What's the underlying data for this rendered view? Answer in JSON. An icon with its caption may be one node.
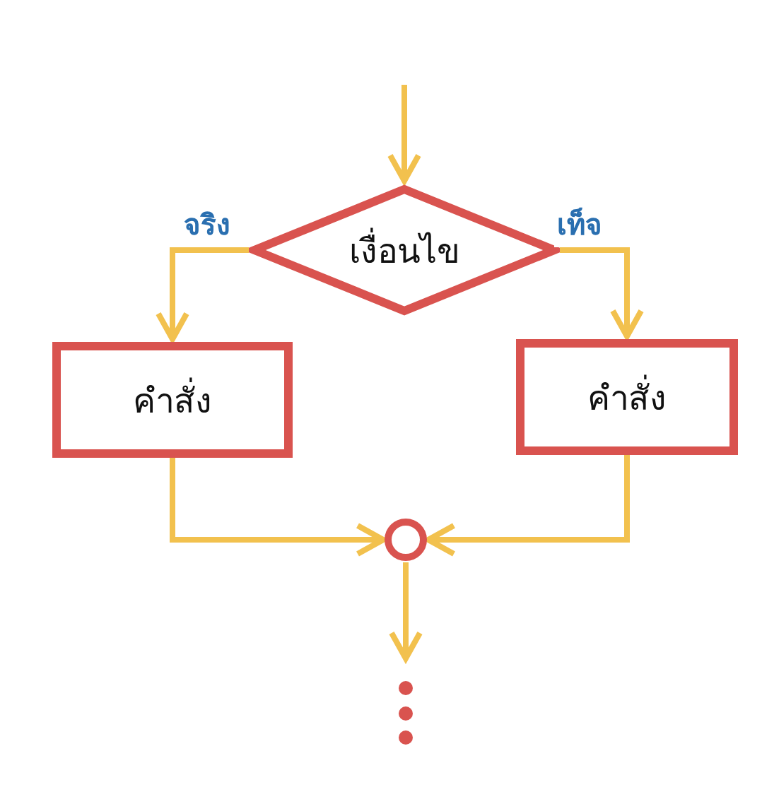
{
  "diagram": {
    "nodes": [
      {
        "text": [
          "เงื่อนไข"
        ]
      },
      {
        "text": [
          "คำสั่ง"
        ]
      },
      {
        "text": [
          "คำสั่ง"
        ]
      },
      {
        "text": [],
        "shape": "circle"
      }
    ],
    "edges": [
      {
        "from": null,
        "to": 0,
        "arrow": "to"
      },
      {
        "from": 0,
        "to": 1,
        "arrow": "to",
        "label": "จริง"
      },
      {
        "from": 0,
        "to": 2,
        "arrow": "to",
        "label": "เท็จ"
      },
      {
        "from": 1,
        "to": 3,
        "arrow": "to"
      },
      {
        "from": 2,
        "to": 3,
        "arrow": "to"
      },
      {
        "from": 3,
        "to": null,
        "arrow": "to"
      }
    ]
  }
}
